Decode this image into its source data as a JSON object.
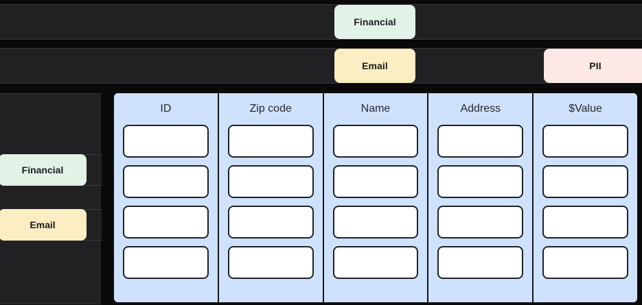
{
  "page": {
    "background": "#0a0a0a",
    "band_color": "#212124"
  },
  "palette": {
    "financial": "#e3f2e7",
    "email": "#fceec3",
    "pii": "#fce8e6",
    "column_blue": "#cfe2fd",
    "cell_white": "#ffffff",
    "cell_border": "#1f2024",
    "text_dark": "#1b1b1d",
    "header_text": "#26282c"
  },
  "top_rows": [
    {
      "row_index": 1,
      "chips": [
        {
          "label": "Financial",
          "color": "#e3f2e7",
          "name": "tag-chip-financial"
        }
      ]
    },
    {
      "row_index": 2,
      "chips": [
        {
          "label": "Email",
          "color": "#fceec3",
          "name": "tag-chip-email"
        },
        {
          "label": "PII",
          "color": "#fce8e6",
          "name": "tag-chip-pii"
        }
      ]
    }
  ],
  "sidebar": {
    "items": [
      {
        "label": "Financial",
        "color": "#e3f2e7"
      },
      {
        "label": "Email",
        "color": "#fceec3"
      }
    ]
  },
  "table": {
    "columns": [
      {
        "header": "ID",
        "rows": [
          "",
          "",
          "",
          ""
        ]
      },
      {
        "header": "Zip code",
        "rows": [
          "",
          "",
          "",
          ""
        ]
      },
      {
        "header": "Name",
        "rows": [
          "",
          "",
          "",
          ""
        ]
      },
      {
        "header": "Address",
        "rows": [
          "",
          "",
          "",
          ""
        ]
      },
      {
        "header": "$Value",
        "rows": [
          "",
          "",
          "",
          ""
        ]
      }
    ],
    "row_count": 4
  }
}
